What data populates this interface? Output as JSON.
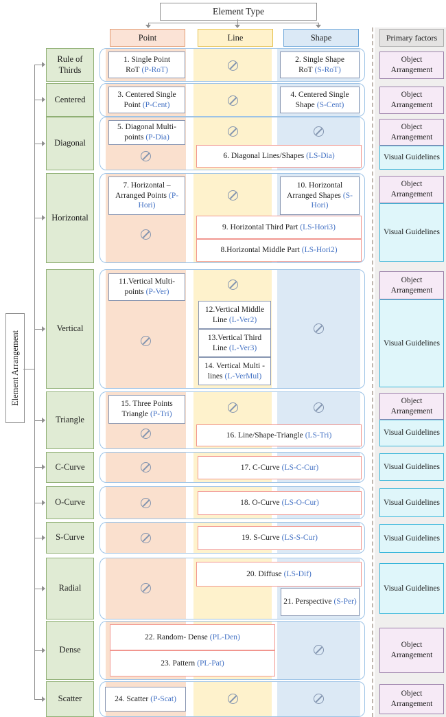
{
  "header": {
    "element_type": "Element Type",
    "columns": {
      "point": "Point",
      "line": "Line",
      "shape": "Shape"
    },
    "primary_factors": "Primary factors"
  },
  "left_label": {
    "element_arrangement": "Element Arrangement"
  },
  "rows": [
    {
      "id": "rot",
      "category": "Rule of Thirds",
      "factors": [
        "Object Arrangement"
      ]
    },
    {
      "id": "cent",
      "category": "Centered",
      "factors": [
        "Object Arrangement"
      ]
    },
    {
      "id": "dia",
      "category": "Diagonal",
      "factors": [
        "Object Arrangement",
        "Visual Guidelines"
      ]
    },
    {
      "id": "hori",
      "category": "Horizontal",
      "factors": [
        "Object Arrangement",
        "Visual Guidelines"
      ]
    },
    {
      "id": "ver",
      "category": "Vertical",
      "factors": [
        "Object Arrangement",
        "Visual Guidelines"
      ]
    },
    {
      "id": "tri",
      "category": "Triangle",
      "factors": [
        "Object Arrangement",
        "Visual Guidelines"
      ]
    },
    {
      "id": "ccur",
      "category": "C-Curve",
      "factors": [
        "Visual Guidelines"
      ]
    },
    {
      "id": "ocur",
      "category": "O-Curve",
      "factors": [
        "Visual Guidelines"
      ]
    },
    {
      "id": "scur",
      "category": "S-Curve",
      "factors": [
        "Visual Guidelines"
      ]
    },
    {
      "id": "rad",
      "category": "Radial",
      "factors": [
        "Visual Guidelines"
      ]
    },
    {
      "id": "den",
      "category": "Dense",
      "factors": [
        "Object Arrangement"
      ]
    },
    {
      "id": "scat",
      "category": "Scatter",
      "factors": [
        "Object Arrangement"
      ]
    }
  ],
  "cells": {
    "c1": {
      "label": "1. Single Point RoT",
      "code": "(P-RoT)"
    },
    "c2": {
      "label": "2. Single Shape RoT",
      "code": "(S-RoT)"
    },
    "c3": {
      "label": "3. Centered Single Point",
      "code": "(P-Cent)"
    },
    "c4": {
      "label": "4. Centered Single Shape",
      "code": "(S-Cent)"
    },
    "c5": {
      "label": "5. Diagonal Multi-points",
      "code": "(P-Dia)"
    },
    "c6": {
      "label": "6. Diagonal Lines/Shapes",
      "code": "(LS-Dia)"
    },
    "c7": {
      "label": "7. Horizontal – Arranged Points",
      "code": "(P-Hori)"
    },
    "c8": {
      "label": "8.Horizontal Middle Part",
      "code": "(LS-Hori2)"
    },
    "c9": {
      "label": "9. Horizontal Third Part",
      "code": "(LS-Hori3)"
    },
    "c10": {
      "label": "10. Horizontal Arranged Shapes",
      "code": "(S-Hori)"
    },
    "c11": {
      "label": "11.Vertical Multi-points",
      "code": "(P-Ver)"
    },
    "c12": {
      "label": "12.Vertical Middle Line",
      "code": "(L-Ver2)"
    },
    "c13": {
      "label": "13.Vertical Third Line",
      "code": "(L-Ver3)"
    },
    "c14": {
      "label": "14. Vertical Multi -lines",
      "code": "(L-VerMul)"
    },
    "c15": {
      "label": "15. Three Points Triangle",
      "code": "(P-Tri)"
    },
    "c16": {
      "label": "16. Line/Shape-Triangle",
      "code": "(LS-Tri)"
    },
    "c17": {
      "label": "17. C-Curve",
      "code": "(LS-C-Cur)"
    },
    "c18": {
      "label": "18. O-Curve",
      "code": "(LS-O-Cur)"
    },
    "c19": {
      "label": "19. S-Curve",
      "code": "(LS-S-Cur)"
    },
    "c20": {
      "label": "20. Diffuse",
      "code": "(LS-Dif)"
    },
    "c21": {
      "label": "21. Perspective",
      "code": "(S-Per)"
    },
    "c22": {
      "label": "22. Random- Dense",
      "code": "(PL-Den)"
    },
    "c23": {
      "label": "23. Pattern",
      "code": "(PL-Pat)"
    },
    "c24": {
      "label": "24. Scatter",
      "code": "(P-Scat)"
    }
  },
  "colors": {
    "point_band": "#FAE0CE",
    "line_band": "#FEF2CC",
    "shape_band": "#DCE9F5",
    "category_green": "#E0EBD4",
    "row_border_blue": "#9DC3E6",
    "item_border_slate": "#8795B1",
    "item_border_red": "#F1968F",
    "code_blue": "#4472C4",
    "factor_purple": "#F6EAF6",
    "factor_cyan": "#DFF6FA"
  }
}
